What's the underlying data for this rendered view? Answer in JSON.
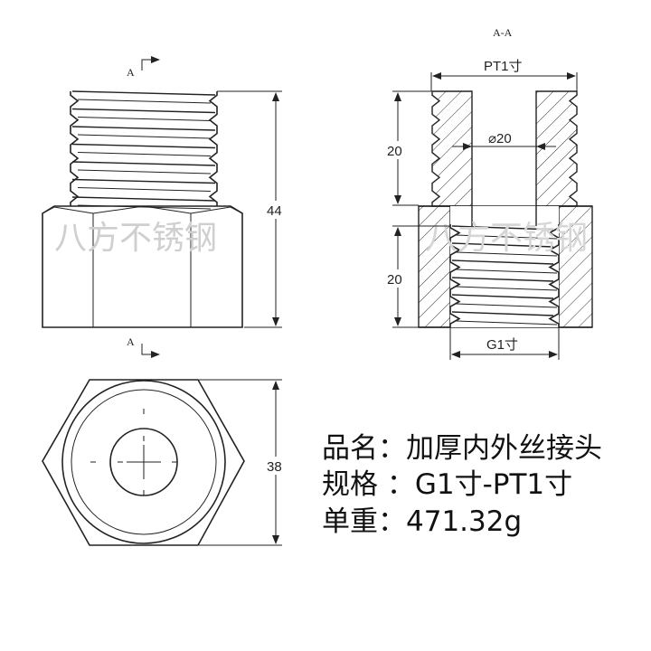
{
  "section_label": "A",
  "section_title": "A-A",
  "dimensions": {
    "height_total": "44",
    "pt_thread": "PT1寸",
    "upper_len": "20",
    "lower_len": "20",
    "bore": "⌀20",
    "g_thread": "G1寸",
    "hex_size": "38"
  },
  "watermark": "八方不锈钢",
  "specs": [
    {
      "text": "品名：加厚内外丝接头"
    },
    {
      "text": "规格 ：G1寸-PT1寸"
    },
    {
      "text": "单重：471.32g"
    }
  ]
}
